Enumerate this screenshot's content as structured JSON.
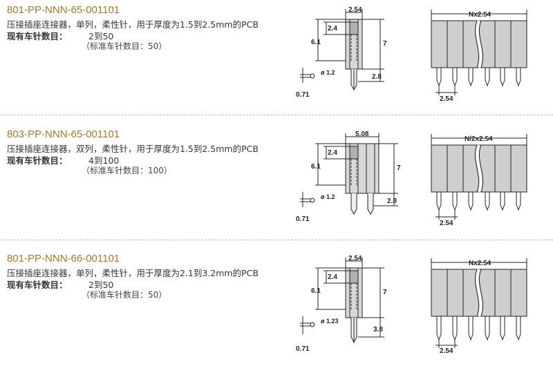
{
  "sections": [
    {
      "part_number": "801-PP-NNN-65-001101",
      "description": "压接插座连接器，单列，柔性针，用于厚度为1.5到2.5mm的PCB",
      "available_label": "现有车针数目：",
      "available_range": "2到50",
      "standard_note": "（标准车针数目：50）",
      "dims": {
        "width": "2.54",
        "d24": "2.4",
        "d61": "6.1",
        "d7": "7",
        "dia": "ø 1.2",
        "d28": "2.8",
        "d071": "0.71",
        "pitch": "2.54",
        "total": "Nx2.54"
      }
    },
    {
      "part_number": "803-PP-NNN-65-001101",
      "description": "压接插座连接器，双列，柔性针，用于厚度为1.5到2.5mm的PCB",
      "available_label": "现有车针数目：",
      "available_range": "4到100",
      "standard_note": "（标准车针数目：100）",
      "dims": {
        "width": "5.08",
        "d24": "2.4",
        "d61": "6.1",
        "d7": "7",
        "dia": "ø 1.2",
        "d28": "2.8",
        "d071": "0.71",
        "pitch": "2.54",
        "total": "N/2x2.54"
      }
    },
    {
      "part_number": "801-PP-NNN-66-001101",
      "description": "压接插座连接器，单列，柔性针，用于厚度为2.1到3.2mm的PCB",
      "available_label": "现有车针数目：",
      "available_range": "2到50",
      "standard_note": "（标准车针数目：50）",
      "dims": {
        "width": "2.54",
        "d24": "2.4",
        "d61": "6.1",
        "d7": "7",
        "dia": "ø 1.23",
        "d28": "3.8",
        "d071": "0.71",
        "pitch": "2.54",
        "total": "Nx2.54"
      }
    }
  ]
}
